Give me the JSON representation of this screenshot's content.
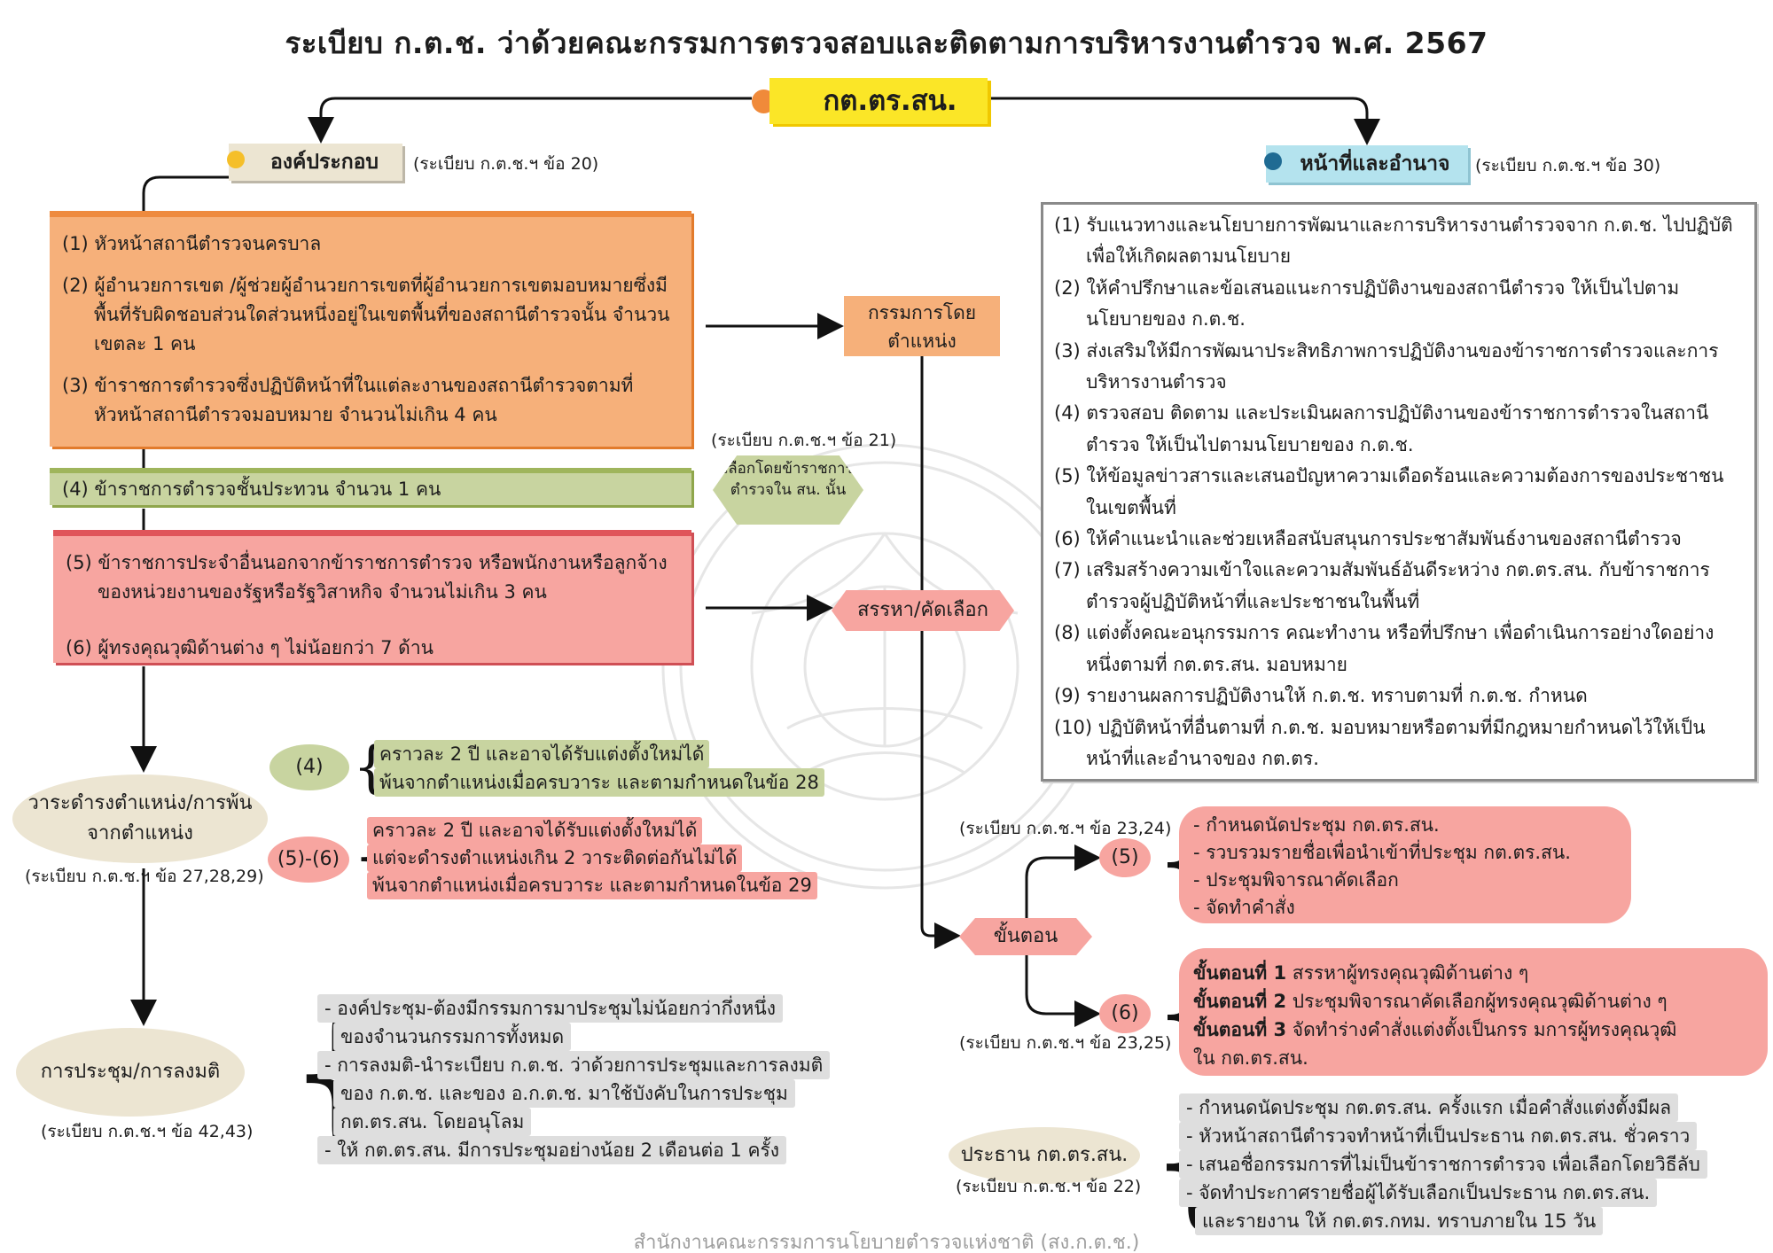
{
  "title": "ระเบียบ ก.ต.ช. ว่าด้วยคณะกรรมการตรวจสอบและติดตามการบริหารงานตำรวจ พ.ศ. 2567",
  "org_label": "กต.ตร.สน.",
  "composition": {
    "label": "องค์ประกอบ",
    "ref": "(ระเบียบ ก.ต.ช.ฯ ข้อ 20)",
    "orange_items": [
      "(1) หัวหน้าสถานีตำรวจนครบาล",
      "(2) ผู้อำนวยการเขต /ผู้ช่วยผู้อำนวยการเขตที่ผู้อำนวยการเขตมอบหมายซึ่งมีพื้นที่รับผิดชอบส่วนใดส่วนหนึ่งอยู่ในเขตพื้นที่ของสถานีตำรวจนั้น จำนวนเขตละ 1 คน",
      "(3) ข้าราชการตำรวจซึ่งปฏิบัติหน้าที่ในแต่ละงานของสถานีตำรวจตามที่หัวหน้าสถานีตำรวจมอบหมาย จำนวนไม่เกิน 4 คน"
    ],
    "green_item": "(4) ข้าราชการตำรวจชั้นประทวน จำนวน 1 คน",
    "red_items": [
      "(5) ข้าราชการประจำอื่นนอกจากข้าราชการตำรวจ หรือพนักงานหรือลูกจ้างของหน่วยงานของรัฐหรือรัฐวิสาหกิจ จำนวนไม่เกิน 3 คน",
      "(6) ผู้ทรงคุณวุฒิด้านต่าง ๆ ไม่น้อยกว่า 7 ด้าน"
    ],
    "by_position": "กรรมการโดยตำแหน่ง",
    "selected_ref": "(ระเบียบ ก.ต.ช.ฯ ข้อ 21)",
    "selected_by": "เลือกโดยข้าราชการตำรวจใน สน. นั้น",
    "recruit": "สรรหา/คัดเลือก"
  },
  "duties": {
    "label": "หน้าที่และอำนาจ",
    "ref": "(ระเบียบ ก.ต.ช.ฯ ข้อ 30)",
    "items": [
      "(1) รับแนวทางและนโยบายการพัฒนาและการบริหารงานตำรวจจาก ก.ต.ช. ไปปฏิบัติเพื่อให้เกิดผลตามนโยบาย",
      "(2) ให้คำปรึกษาและข้อเสนอแนะการปฏิบัติงานของสถานีตำรวจ ให้เป็นไปตามนโยบายของ ก.ต.ช.",
      "(3) ส่งเสริมให้มีการพัฒนาประสิทธิภาพการปฏิบัติงานของข้าราชการตำรวจและการบริหารงานตำรวจ",
      "(4) ตรวจสอบ ติดตาม และประเมินผลการปฏิบัติงานของข้าราชการตำรวจในสถานีตำรวจ ให้เป็นไปตามนโยบายของ ก.ต.ช.",
      "(5) ให้ข้อมูลข่าวสารและเสนอปัญหาความเดือดร้อนและความต้องการของประชาชนในเขตพื้นที่",
      "(6) ให้คำแนะนำและช่วยเหลือสนับสนุนการประชาสัมพันธ์งานของสถานีตำรวจ",
      "(7) เสริมสร้างความเข้าใจและความสัมพันธ์อันดีระหว่าง กต.ตร.สน. กับข้าราชการตำรวจผู้ปฏิบัติหน้าที่และประชาชนในพื้นที่",
      "(8) แต่งตั้งคณะอนุกรรมการ คณะทำงาน หรือที่ปรึกษา เพื่อดำเนินการอย่างใดอย่างหนึ่งตามที่ กต.ตร.สน. มอบหมาย",
      "(9) รายงานผลการปฏิบัติงานให้ ก.ต.ช. ทราบตามที่ ก.ต.ช. กำหนด",
      "(10) ปฏิบัติหน้าที่อื่นตามที่ ก.ต.ช. มอบหมายหรือตามที่มีกฎหมายกำหนดไว้ให้เป็นหน้าที่และอำนาจของ กต.ตร."
    ]
  },
  "term": {
    "label": "วาระดำรงตำแหน่ง/การพ้นจากตำแหน่ง",
    "ref": "(ระเบียบ ก.ต.ช.ฯ ข้อ 27,28,29)",
    "p4": "(4)",
    "p4_lines": [
      "คราวละ 2 ปี และอาจได้รับแต่งตั้งใหม่ได้",
      "พ้นจากตำแหน่งเมื่อครบวาระ และตามกำหนดในข้อ 28"
    ],
    "p56": "(5)-(6)",
    "p56_lines": [
      "คราวละ 2 ปี และอาจได้รับแต่งตั้งใหม่ได้",
      "แต่จะดำรงตำแหน่งเกิน 2 วาระติดต่อกันไม่ได้",
      "พ้นจากตำแหน่งเมื่อครบวาระ และตามกำหนดในข้อ 29"
    ]
  },
  "meeting": {
    "label": "การประชุม/การลงมติ",
    "ref": "(ระเบียบ ก.ต.ช.ฯ ข้อ 42,43)",
    "lines": [
      "- องค์ประชุม-ต้องมีกรรมการมาประชุมไม่น้อยกว่ากึ่งหนึ่ง",
      "ของจำนวนกรรมการทั้งหมด",
      "- การลงมติ-นำระเบียบ ก.ต.ช. ว่าด้วยการประชุมและการลงมติ",
      "ของ ก.ต.ช. และของ อ.ก.ต.ช. มาใช้บังคับในการประชุม",
      "กต.ตร.สน. โดยอนุโลม",
      "- ให้ กต.ตร.สน. มีการประชุมอย่างน้อย 2 เดือนต่อ 1 ครั้ง"
    ]
  },
  "steps": {
    "label": "ขั้นตอน",
    "p5": "(5)",
    "ref5": "(ระเบียบ ก.ต.ช.ฯ ข้อ 23,24)",
    "s5_lines": [
      "- กำหนดนัดประชุม กต.ตร.สน.",
      "- รวบรวมรายชื่อเพื่อนำเข้าที่ประชุม กต.ตร.สน.",
      "- ประชุมพิจารณาคัดเลือก",
      "- จัดทำคำสั่ง"
    ],
    "p6": "(6)",
    "ref6": "(ระเบียบ ก.ต.ช.ฯ ข้อ 23,25)",
    "s6": [
      {
        "head": "ขั้นตอนที่ 1",
        "text": " สรรหาผู้ทรงคุณวุฒิด้านต่าง ๆ"
      },
      {
        "head": "ขั้นตอนที่ 2",
        "text": " ประชุมพิจารณาคัดเลือกผู้ทรงคุณวุฒิด้านต่าง ๆ"
      },
      {
        "head": "ขั้นตอนที่ 3",
        "text": " จัดทำร่างคำสั่งแต่งตั้งเป็นกรร มการผู้ทรงคุณวุฒิ"
      }
    ],
    "s6_tail": "ใน กต.ตร.สน."
  },
  "chair": {
    "label": "ประธาน กต.ตร.สน.",
    "ref": "(ระเบียบ ก.ต.ช.ฯ ข้อ 22)",
    "lines": [
      "- กำหนดนัดประชุม กต.ตร.สน. ครั้งแรก เมื่อคำสั่งแต่งตั้งมีผล",
      "- หัวหน้าสถานีตำรวจทำหน้าที่เป็นประธาน กต.ตร.สน. ชั่วคราว",
      "- เสนอชื่อกรรมการที่ไม่เป็นข้าราชการตำรวจ เพื่อเลือกโดยวิธีลับ",
      "- จัดทำประกาศรายชื่อผู้ได้รับเลือกเป็นประธาน กต.ตร.สน.",
      "และรายงาน ให้ กต.ตร.กทม. ทราบภายใน 15 วัน"
    ]
  },
  "footer": "สำนักงานคณะกรรมการนโยบายตำรวจแห่งชาติ (สง.ก.ต.ช.)",
  "colors": {
    "orange": "#f6b07a",
    "green": "#c8d4a0",
    "red": "#f7a5a0",
    "yellow": "#fbe627",
    "beige": "#ece5d2",
    "cyan": "#b4e3ee"
  }
}
